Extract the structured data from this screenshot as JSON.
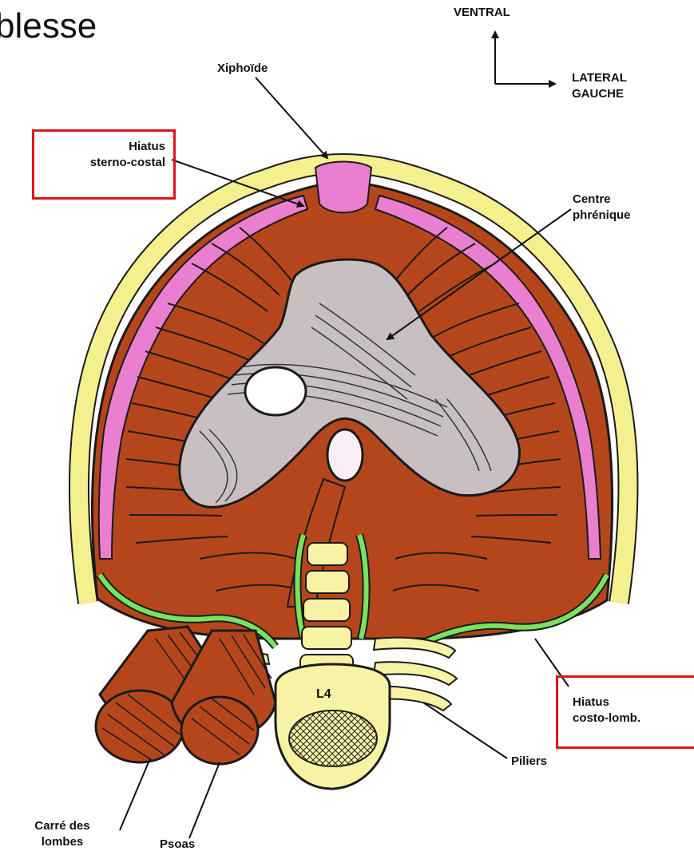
{
  "title_fragment": "blesse",
  "orientation": {
    "ventral": "VENTRAL",
    "lateral_line1": "LATERAL",
    "lateral_line2": "GAUCHE"
  },
  "labels": {
    "xiphoide": "Xiphoïde",
    "hiatus_sterno_line1": "Hiatus",
    "hiatus_sterno_line2": "sterno-costal",
    "centre_line1": "Centre",
    "centre_line2": "phrénique",
    "vertebra": "L4",
    "hiatus_costo_line1": "Hiatus",
    "hiatus_costo_line2": "costo-lomb.",
    "piliers": "Piliers",
    "carre_line1": "Carré des",
    "carre_line2": "lombes",
    "psoas": "Psoas"
  },
  "colors": {
    "muscle": "#b5461c",
    "tendon": "#c8bfc0",
    "rib_cartilage": "#f5f08e",
    "pleura_pink": "#ea7fd0",
    "ligament_green": "#79e35d",
    "vertebra_yellow": "#f8f3a4",
    "highlight_box": "#e0141b"
  }
}
